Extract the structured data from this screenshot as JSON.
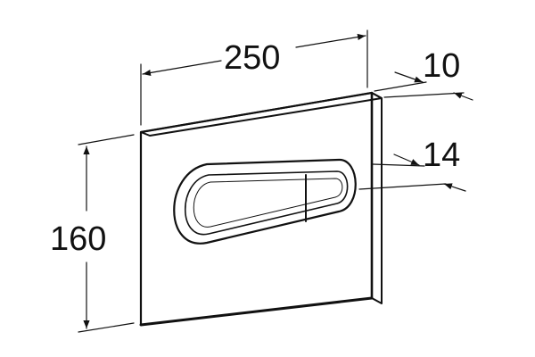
{
  "dimensions": {
    "width": "250",
    "height": "160",
    "thickness": "10",
    "button_depth": "14"
  },
  "colors": {
    "line": "#111111",
    "background": "#ffffff",
    "plate_face": "#ffffff",
    "button_shade": "#e6e6e6"
  }
}
